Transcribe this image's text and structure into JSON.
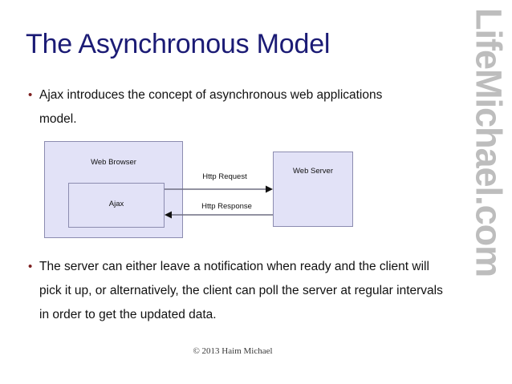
{
  "slide": {
    "title": "The Asynchronous Model",
    "background_color": "#ffffff",
    "title_color": "#1b1b75",
    "bullet_color": "#7d2020",
    "bullets": [
      {
        "marker": "•",
        "text": "Ajax introduces the concept of asynchronous web applications model."
      },
      {
        "marker": "•",
        "text": "The server can either leave a notification when ready and the client will pick it up, or alternatively, the client can poll the server at regular intervals in order to get the updated data."
      }
    ],
    "footer": "© 2013 Haim Michael",
    "brand": "LifeMichael.com",
    "brand_color": "#bdbdbd"
  },
  "diagram": {
    "fill_color": "#e2e2f7",
    "stroke_color": "#8c8cb0",
    "arrow_color": "#6e6e82",
    "boxes": [
      {
        "id": "web-browser",
        "label": "Web Browser"
      },
      {
        "id": "ajax",
        "label": "Ajax"
      },
      {
        "id": "web-server",
        "label": "Web Server"
      }
    ],
    "arrows": [
      {
        "id": "http-request",
        "label": "Http Request",
        "direction": "right"
      },
      {
        "id": "http-response",
        "label": "Http Response",
        "direction": "left"
      }
    ]
  }
}
